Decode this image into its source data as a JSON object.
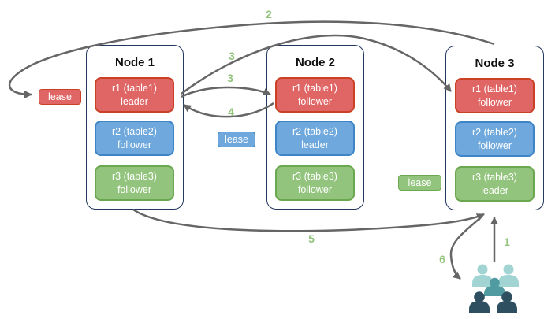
{
  "diagram": {
    "title": "multi-node replica leader/follower lease diagram",
    "colors": {
      "red_fill": "#e06666",
      "red_border": "#cc4125",
      "blue_fill": "#6fa8dc",
      "blue_border": "#3d85c6",
      "green_fill": "#93c47d",
      "green_border": "#6aa84f",
      "node_border": "#24395e",
      "arrow": "#666666",
      "step_label": "#93c47d",
      "users_light": "#a2d4d4",
      "users_mid": "#4f9ba1",
      "users_dark": "#2d4f5f"
    },
    "nodes": [
      {
        "title": "Node 1",
        "replicas": [
          {
            "line1": "r1 (table1)",
            "line2": "leader",
            "color": "red"
          },
          {
            "line1": "r2 (table2)",
            "line2": "follower",
            "color": "blue"
          },
          {
            "line1": "r3 (table3)",
            "line2": "follower",
            "color": "green"
          }
        ]
      },
      {
        "title": "Node 2",
        "replicas": [
          {
            "line1": "r1 (table1)",
            "line2": "follower",
            "color": "red"
          },
          {
            "line1": "r2 (table2)",
            "line2": "leader",
            "color": "blue"
          },
          {
            "line1": "r3 (table3)",
            "line2": "follower",
            "color": "green"
          }
        ]
      },
      {
        "title": "Node 3",
        "replicas": [
          {
            "line1": "r1 (table1)",
            "line2": "follower",
            "color": "red"
          },
          {
            "line1": "r2 (table2)",
            "line2": "follower",
            "color": "blue"
          },
          {
            "line1": "r3 (table3)",
            "line2": "leader",
            "color": "green"
          }
        ]
      }
    ],
    "lease_labels": [
      {
        "text": "lease",
        "color": "red"
      },
      {
        "text": "lease",
        "color": "blue"
      },
      {
        "text": "lease",
        "color": "green"
      }
    ],
    "steps": {
      "s1": "1",
      "s2": "2",
      "s3a": "3",
      "s3b": "3",
      "s4": "4",
      "s5": "5",
      "s6": "6"
    },
    "users_icon": "users-group-icon"
  }
}
